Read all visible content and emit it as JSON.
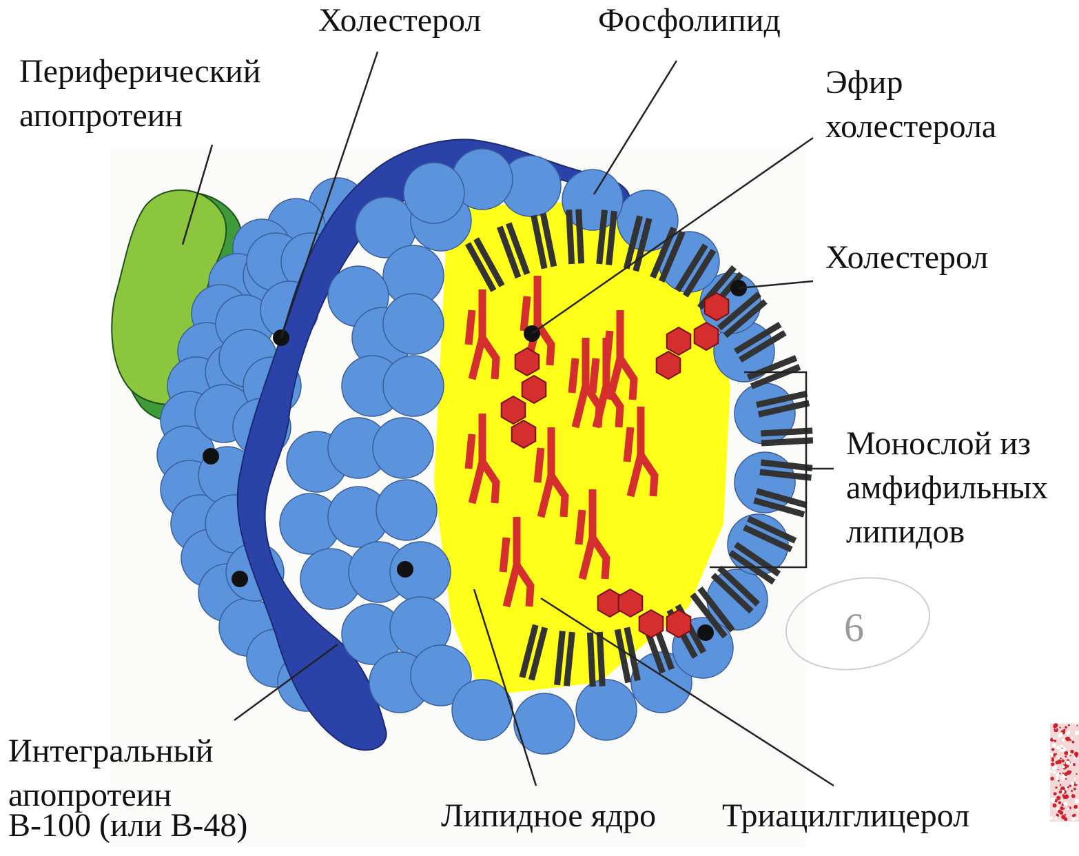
{
  "labels": {
    "cholesterol_top": "Холестерол",
    "phospholipid": "Фосфолипид",
    "peripheral_apoprotein": [
      "Периферический",
      "апопротеин"
    ],
    "cholesterol_ester": [
      "Эфир",
      "холестерола"
    ],
    "cholesterol_right": "Холестерол",
    "amphiphilic_monolayer": [
      "Монослой из",
      "амфифильных",
      "липидов"
    ],
    "integral_apoprotein": [
      "Интегральный",
      "апопротеин",
      "В-100 (или В-48)"
    ],
    "lipid_core": "Липидное ядро",
    "triacylglycerol": "Триацилглицерол",
    "page_mark": "6"
  },
  "colors": {
    "phospholipid_head": "#5b93dc",
    "integral_apoprotein": "#2b43a8",
    "peripheral_apoprotein": "#8cc63f",
    "peripheral_apoprotein_shadow": "#3f9a3a",
    "lipid_core": "#ffff1a",
    "triacylglycerol": "#d42e2e",
    "cholesterol": "#111111",
    "tails": "#333333"
  }
}
